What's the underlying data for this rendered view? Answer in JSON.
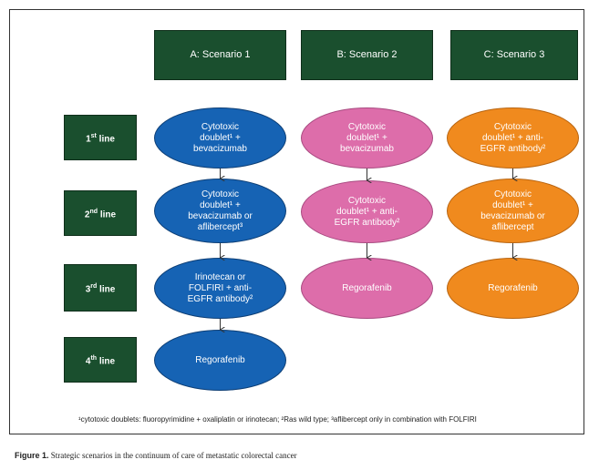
{
  "scenarios": [
    "A: Scenario 1",
    "B: Scenario 2",
    "C: Scenario 3"
  ],
  "lines": [
    {
      "num": "1",
      "sup": "st",
      "rest": " line"
    },
    {
      "num": "2",
      "sup": "nd",
      "rest": " line"
    },
    {
      "num": "3",
      "sup": "rd",
      "rest": " line"
    },
    {
      "num": "4",
      "sup": "th",
      "rest": " line"
    }
  ],
  "nodes": {
    "a1": [
      "Cytotoxic",
      "doublet¹ +",
      "bevacizumab"
    ],
    "a2": [
      "Cytotoxic",
      "doublet¹ +",
      "bevacizumab or",
      "aflibercept³"
    ],
    "a3": [
      "Irinotecan or",
      "FOLFIRI + anti-",
      "EGFR antibody²"
    ],
    "a4": [
      "Regorafenib"
    ],
    "b1": [
      "Cytotoxic",
      "doublet¹ +",
      "bevacizumab"
    ],
    "b2": [
      "Cytotoxic",
      "doublet¹ + anti-",
      "EGFR antibody²"
    ],
    "b3": [
      "Regorafenib"
    ],
    "c1": [
      "Cytotoxic",
      "doublet¹ + anti-",
      "EGFR antibody²"
    ],
    "c2": [
      "Cytotoxic",
      "doublet¹ +",
      "bevacizumab or",
      "aflibercept"
    ],
    "c3": [
      "Regorafenib"
    ]
  },
  "footnote": "¹cytotoxic doublets: fluoropyrimidine + oxaliplatin or irinotecan; ²Ras wild type; ³aflibercept only in combination with FOLFIRI",
  "caption": {
    "label": "Figure 1.",
    "text": "Strategic scenarios in the continuum of care of metastatic colorectal cancer"
  },
  "colors": {
    "green": "#1a4f2e",
    "blue": "#1663b4",
    "pink": "#dd6daa",
    "orange": "#f08a1e"
  }
}
